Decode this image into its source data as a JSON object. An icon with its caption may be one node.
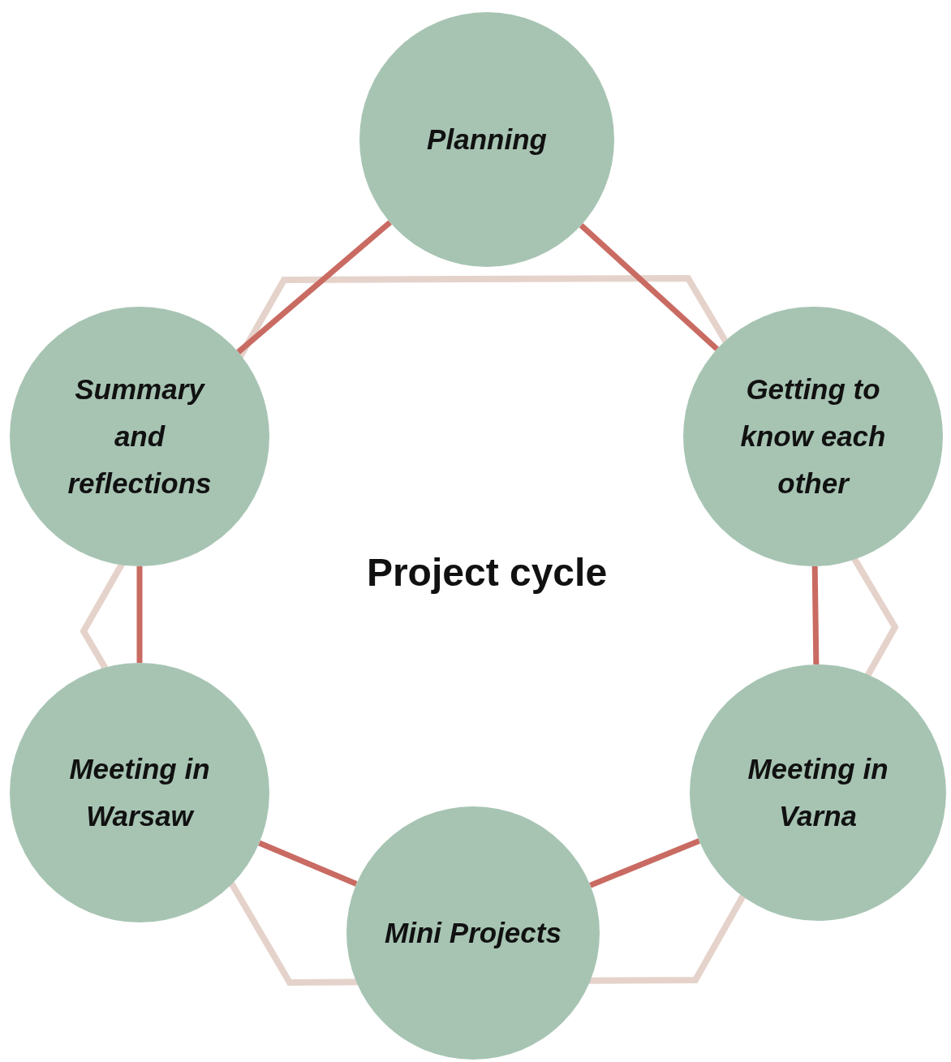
{
  "diagram": {
    "title": "Project cycle",
    "nodes": [
      {
        "text": [
          "Planning"
        ]
      },
      {
        "text": [
          "Getting to know each other"
        ]
      },
      {
        "text": [
          "Meeting in Varna"
        ]
      },
      {
        "text": [
          "Mini Projects"
        ]
      },
      {
        "text": [
          "Meeting in Warsaw"
        ]
      },
      {
        "text": [
          "Summary and reflections"
        ]
      }
    ],
    "edges": [
      {
        "from": 0,
        "to": 1,
        "arrow": "none"
      },
      {
        "from": 1,
        "to": 2,
        "arrow": "none"
      },
      {
        "from": 2,
        "to": 3,
        "arrow": "none"
      },
      {
        "from": 3,
        "to": 4,
        "arrow": "none"
      },
      {
        "from": 4,
        "to": 5,
        "arrow": "none"
      },
      {
        "from": 5,
        "to": 0,
        "arrow": "none"
      }
    ]
  }
}
